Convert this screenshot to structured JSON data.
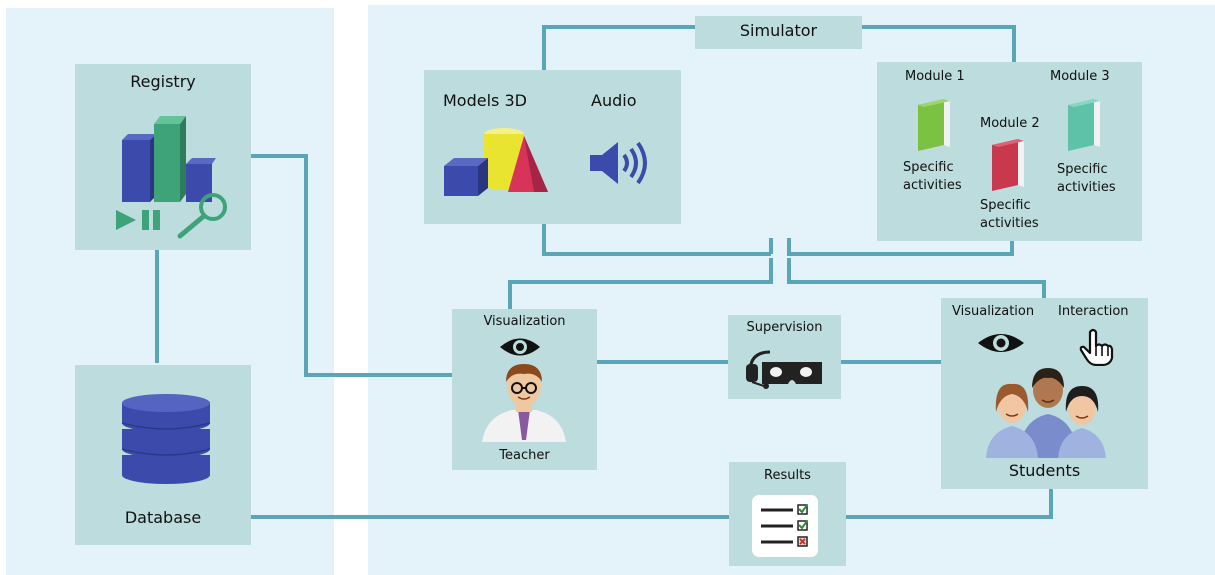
{
  "simulator": {
    "label": "Simulator"
  },
  "registry": {
    "label": "Registry"
  },
  "database": {
    "label": "Database"
  },
  "media": {
    "models_label": "Models 3D",
    "audio_label": "Audio"
  },
  "modules": [
    {
      "label": "Module 1",
      "activities": "Specific\nactivities",
      "color": "#7cc242"
    },
    {
      "label": "Module 2",
      "activities": "Specific\nactivities",
      "color": "#c8394d"
    },
    {
      "label": "Module 3",
      "activities": "Specific\nactivities",
      "color": "#5ec2a8"
    }
  ],
  "teacher": {
    "visualization_label": "Visualization",
    "label": "Teacher"
  },
  "supervision": {
    "label": "Supervision"
  },
  "students": {
    "visualization_label": "Visualization",
    "interaction_label": "Interaction",
    "label": "Students"
  },
  "results": {
    "label": "Results"
  },
  "colors": {
    "panel": "#e4f3f9",
    "box": "#bcdcdd",
    "connector": "#5aa6b8",
    "icon_blue": "#3c4bab"
  }
}
